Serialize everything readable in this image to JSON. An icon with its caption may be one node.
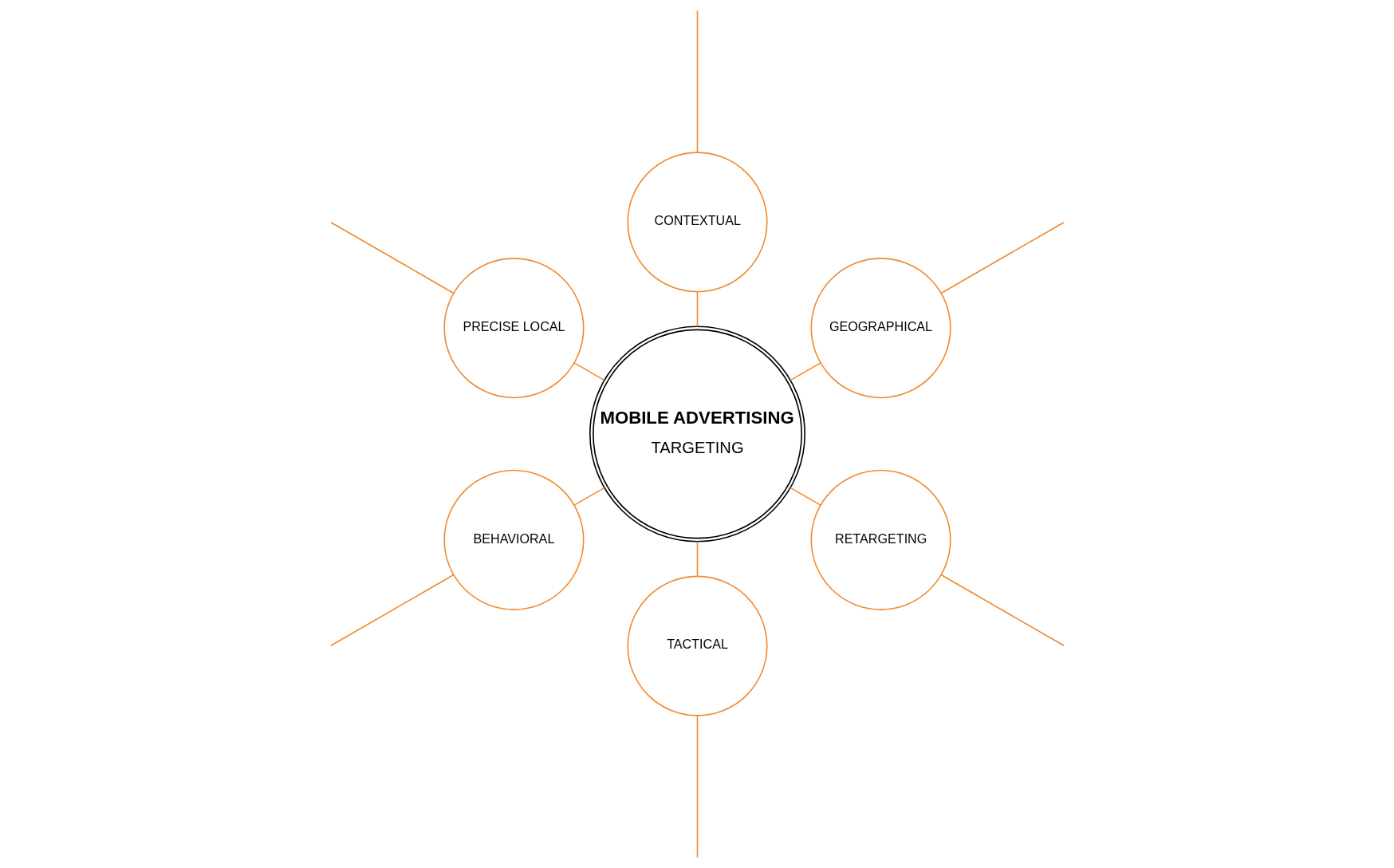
{
  "diagram": {
    "nodes": [
      {
        "text": [
          "MOBILE ADVERTISING",
          "TARGETING"
        ]
      },
      {
        "text": [
          "GEOGRAPHICAL"
        ]
      },
      {
        "text": [
          "CONTEXTUAL"
        ]
      },
      {
        "text": [
          "PRECISE LOCAL"
        ]
      },
      {
        "text": [
          "BEHAVIORAL"
        ]
      },
      {
        "text": [
          "TACTICAL"
        ]
      },
      {
        "text": [
          "RETARGETING"
        ]
      }
    ],
    "edges": [
      {
        "from": 0,
        "to": 1,
        "arrow": "none"
      },
      {
        "from": 0,
        "to": 2,
        "arrow": "none"
      },
      {
        "from": 0,
        "to": 3,
        "arrow": "none"
      },
      {
        "from": 0,
        "to": 4,
        "arrow": "none"
      },
      {
        "from": 0,
        "to": 5,
        "arrow": "none"
      },
      {
        "from": 0,
        "to": 6,
        "arrow": "none"
      },
      {
        "from": 1,
        "to": null,
        "arrow": "none"
      },
      {
        "from": 2,
        "to": null,
        "arrow": "none"
      },
      {
        "from": 3,
        "to": null,
        "arrow": "none"
      },
      {
        "from": 4,
        "to": null,
        "arrow": "none"
      },
      {
        "from": 5,
        "to": null,
        "arrow": "none"
      },
      {
        "from": 6,
        "to": null,
        "arrow": "none"
      }
    ]
  }
}
